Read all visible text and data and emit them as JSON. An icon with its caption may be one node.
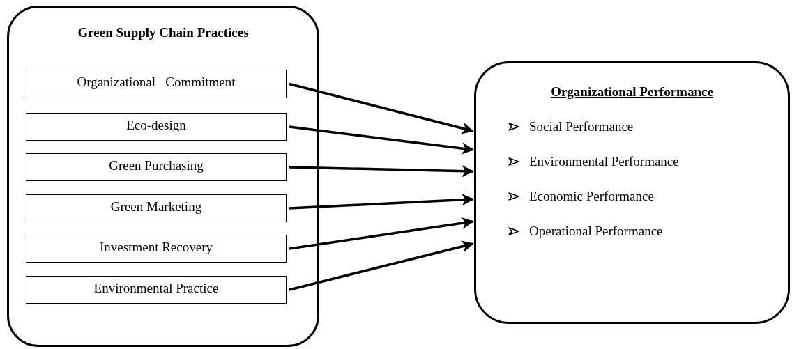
{
  "diagram": {
    "nodes": [
      {
        "text": [
          "Green Supply Chain Practices"
        ]
      },
      {
        "text": [
          "Organizational   Commitment"
        ],
        "in": 0
      },
      {
        "text": [
          "Eco-design"
        ],
        "in": 0
      },
      {
        "text": [
          "Green Purchasing"
        ],
        "in": 0
      },
      {
        "text": [
          "Green Marketing"
        ],
        "in": 0
      },
      {
        "text": [
          "Investment Recovery"
        ],
        "in": 0
      },
      {
        "text": [
          "Environmental Practice"
        ],
        "in": 0
      },
      {
        "text": [
          "Organizational Performance",
          "Social Performance",
          "Environmental Performance",
          "Economic Performance",
          "Operational Performance"
        ]
      }
    ],
    "edges": [
      {
        "from": 1,
        "to": 7,
        "arrow": "to"
      },
      {
        "from": 2,
        "to": 7,
        "arrow": "to"
      },
      {
        "from": 3,
        "to": 7,
        "arrow": "to"
      },
      {
        "from": 4,
        "to": 7,
        "arrow": "to"
      },
      {
        "from": 5,
        "to": 7,
        "arrow": "to"
      },
      {
        "from": 6,
        "to": 7,
        "arrow": "to"
      }
    ]
  }
}
